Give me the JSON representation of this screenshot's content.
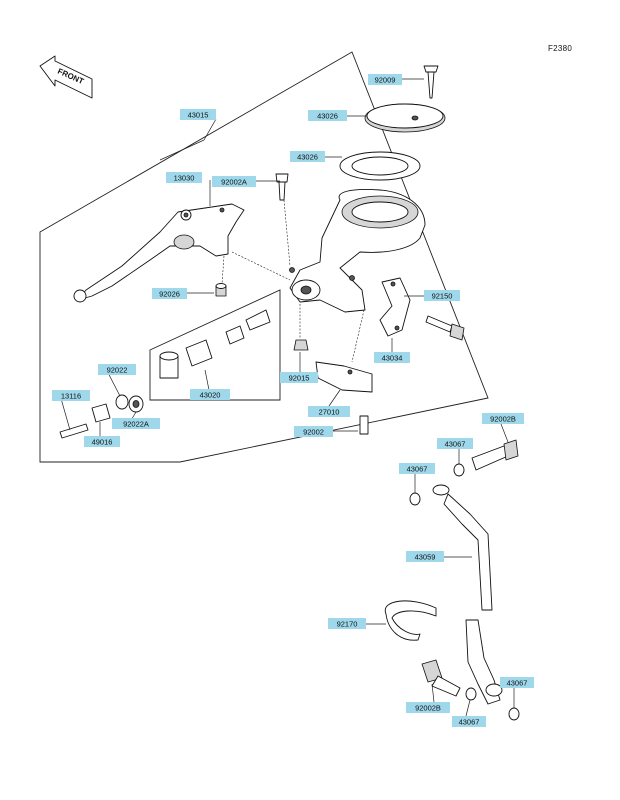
{
  "figure": {
    "id": "F2380"
  },
  "front_label": "FRONT",
  "labels": {
    "p43015": "43015",
    "p92009": "92009",
    "p43026a": "43026",
    "p43026b": "43026",
    "p13030": "13030",
    "p92002a": "92002A",
    "p92026": "92026",
    "p92150": "92150",
    "p43034": "43034",
    "p92022": "92022",
    "p13116": "13116",
    "p92022a": "92022A",
    "p43020": "43020",
    "p92015": "92015",
    "p49016": "49016",
    "p27010": "27010",
    "p92002": "92002",
    "p92002b_top": "92002B",
    "p43067_1": "43067",
    "p43067_2": "43067",
    "p43059": "43059",
    "p92170": "92170",
    "p43067_3": "43067",
    "p92002b_bot": "92002B",
    "p43067_4": "43067"
  },
  "colors": {
    "label_box": "#9ed8ea",
    "line": "#222222"
  }
}
